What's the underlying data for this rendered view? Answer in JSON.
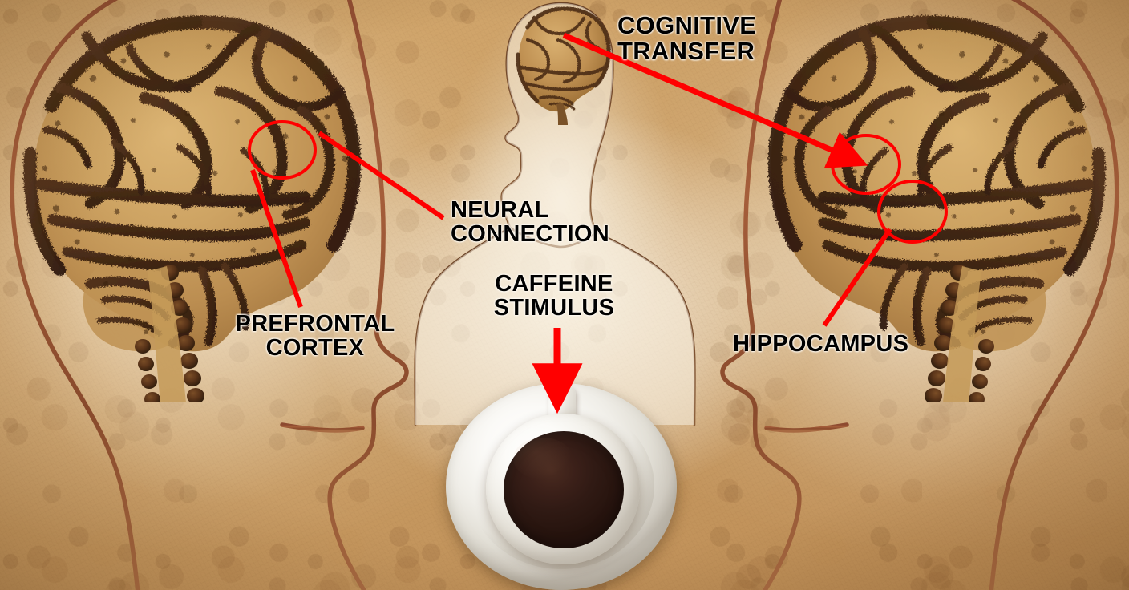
{
  "image": {
    "title": "Coffee Brain Cognitive Transfer Infographic",
    "background_style": "aged parchment / coffee-stained paper",
    "colors": {
      "parchment_light": "#e8dcc2",
      "parchment_mid": "#c79a61",
      "parchment_dark": "#b98a53",
      "coffee_ground_dark": "#3d2413",
      "coffee_ground_mid": "#6b4423",
      "brain_fill": "#c9a161",
      "head_outline": "#9c5a3c",
      "annotation_red": "#FF0000",
      "cup_white": "#ffffff",
      "coffee_liquid": "#301913",
      "label_text": "#000000"
    }
  },
  "labels": [
    {
      "id": "cognitive-transfer",
      "text": "COGNITIVE\nTRANSFER",
      "position": "top-center-right",
      "annotation": "red arrow from small central head's brain to right head's upper circled region"
    },
    {
      "id": "neural-connection",
      "text": "NEURAL\nCONNECTION",
      "position": "center-left-of-middle",
      "annotation": "red line to left brain's circled prefrontal region"
    },
    {
      "id": "prefrontal-cortex",
      "text": "PREFRONTAL\nCORTEX",
      "position": "left-lower",
      "annotation": "red line pointing up-left into left brain"
    },
    {
      "id": "caffeine-stimulus",
      "text": "CAFFEINE\nSTIMULUS",
      "position": "center-above-cup",
      "annotation": "red downward arrow pointing at the coffee cup"
    },
    {
      "id": "hippocampus",
      "text": "HIPPOCAMPUS",
      "position": "right-lower",
      "annotation": "red line pointing up-right into right brain's lower circled region"
    }
  ],
  "figures": {
    "left_head": {
      "name": "left-head-profile",
      "facing": "right",
      "brain_medium": "coffee grounds and coffee beans",
      "brainstem": "chain of whole coffee beans",
      "markers": [
        "circle-prefrontal"
      ]
    },
    "right_head": {
      "name": "right-head-profile",
      "facing": "left",
      "brain_medium": "coffee grounds and coffee beans",
      "brainstem": "chain of whole coffee beans",
      "markers": [
        "circle-upper-transfer",
        "circle-hippocampus"
      ]
    },
    "center_figure": {
      "name": "central-head-and-shoulders",
      "facing": "left",
      "description": "small sepia head-and-shoulders silhouette with visible brain and brainstem"
    },
    "coffee_cup": {
      "name": "coffee-cup-top-view",
      "description": "white cup and saucer viewed from above, filled with black coffee, handle at top"
    }
  },
  "annotation_shapes": {
    "circles": 3,
    "arrows": 2,
    "pointer_lines": 3
  }
}
